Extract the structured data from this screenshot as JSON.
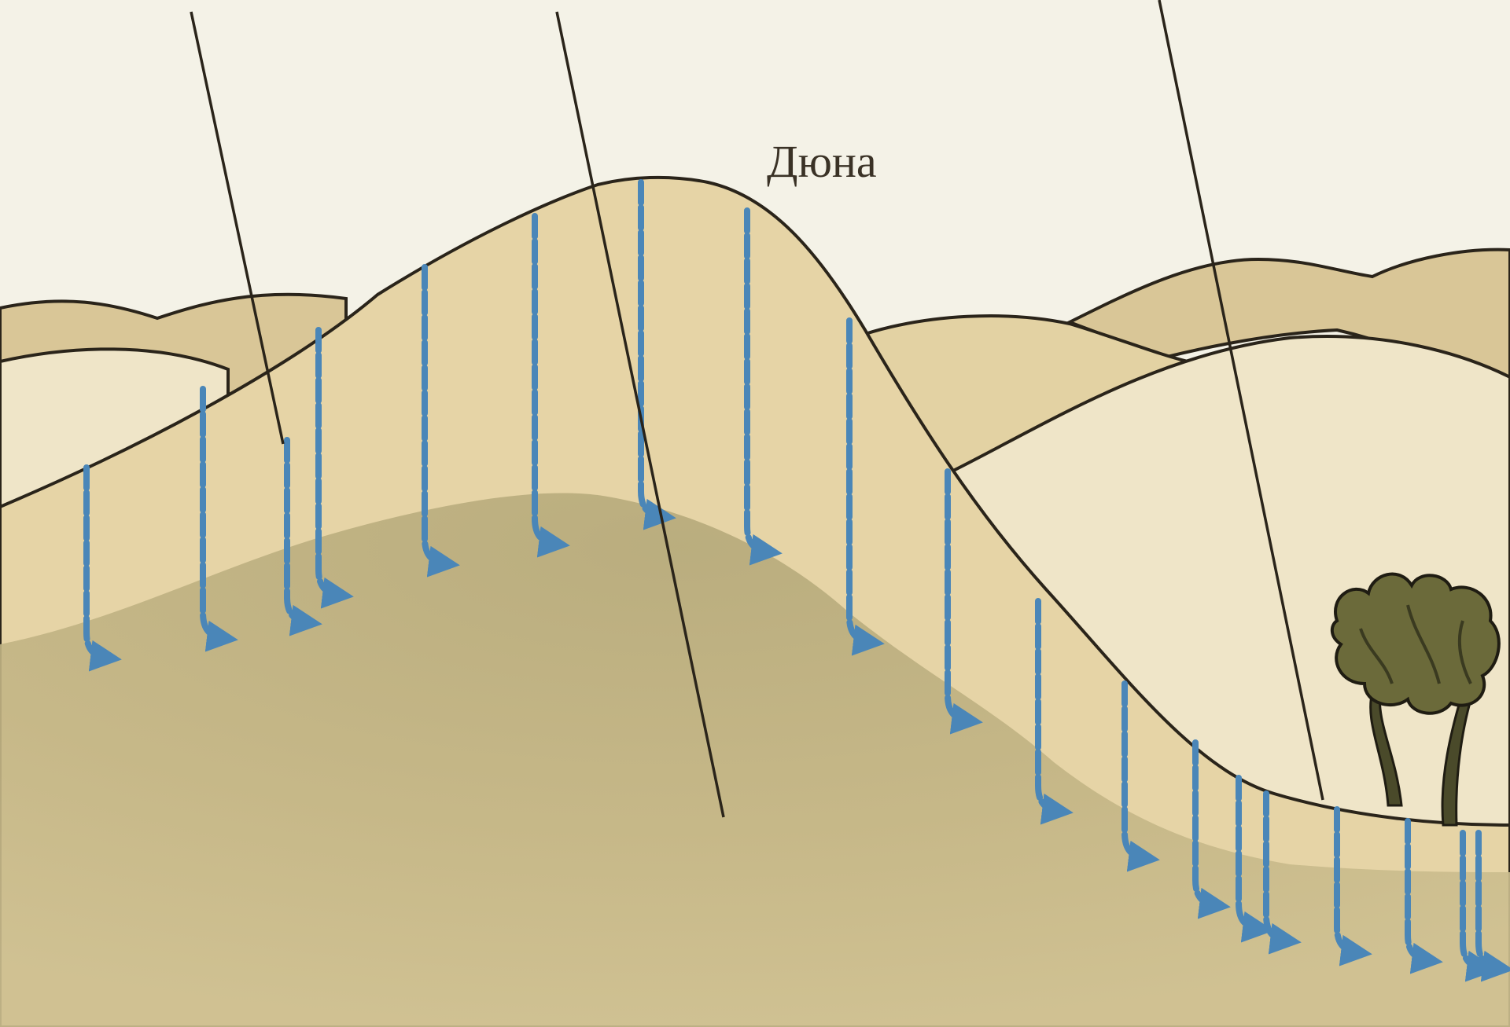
{
  "diagram": {
    "label_dune": "Дюна",
    "colors": {
      "sky": "#f4f2e7",
      "sand_light": "#efe5c8",
      "sand_mid": "#e6d4a6",
      "sand_far": "#d9c697",
      "ground_wet": "#c8b888",
      "water": "#4a86b8",
      "outline": "#2a241a",
      "tree": "#6b6a3a"
    },
    "water_arrow_count": 19,
    "pointer_line_count": 3,
    "icons": [
      "tree-icon"
    ]
  }
}
